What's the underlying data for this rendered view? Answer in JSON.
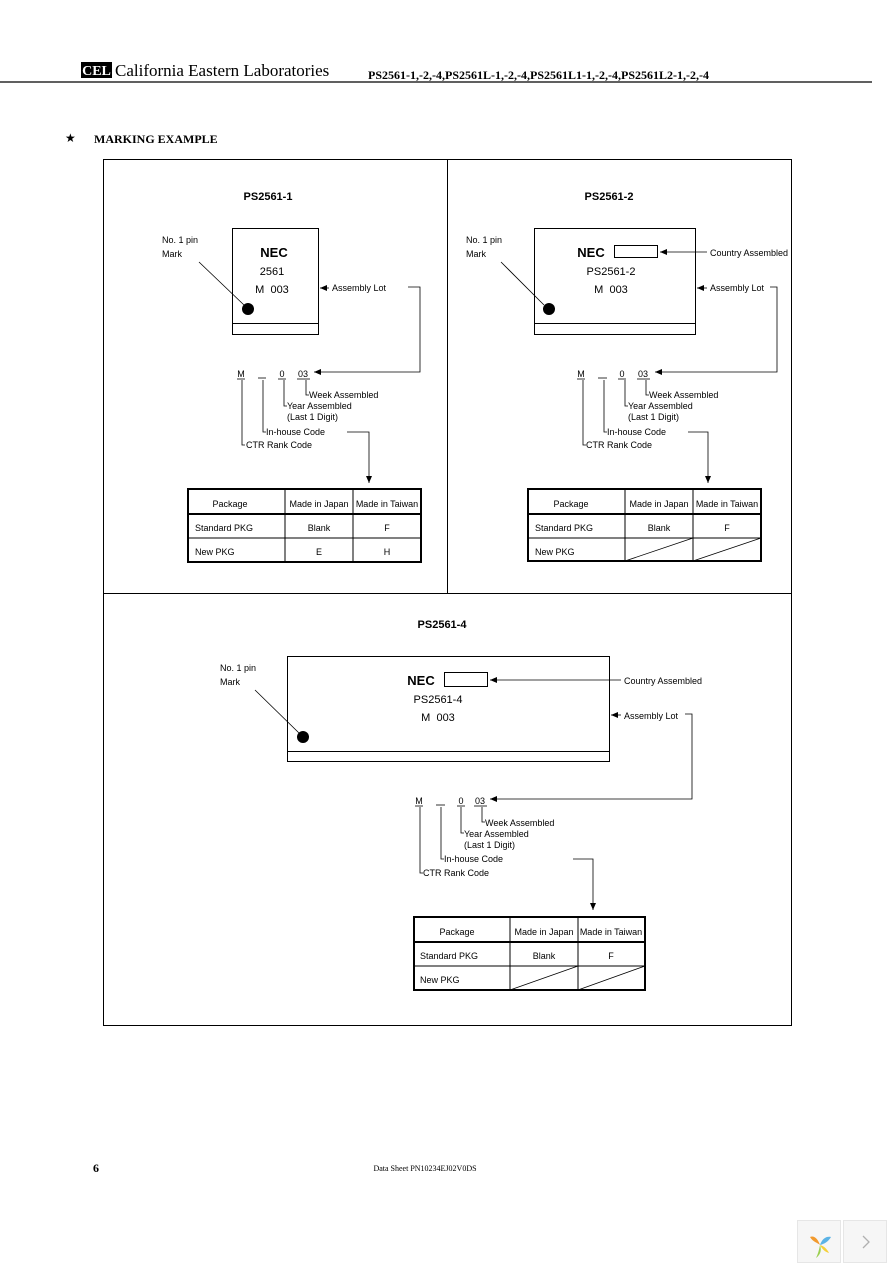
{
  "header": {
    "logo_text": "CEL",
    "company": "California Eastern Laboratories",
    "part_numbers": "PS2561-1,-2,-4,PS2561L-1,-2,-4,PS2561L1-1,-2,-4,PS2561L2-1,-2,-4"
  },
  "section": {
    "star": "★",
    "title": "MARKING EXAMPLE"
  },
  "common": {
    "pin_mark_line1": "No. 1 pin",
    "pin_mark_line2": "Mark",
    "logo": "NEC",
    "marking_lot": "M  003",
    "assembly_lot": "Assembly Lot",
    "country_assembled": "Country Assembled",
    "lot_chars": [
      "M",
      "0",
      "03"
    ],
    "week_assembled": "Week Assembled",
    "year_assembled": "Year Assembled",
    "last_digit": "(Last 1 Digit)",
    "inhouse_code": "In-house Code",
    "ctr_rank_code": "CTR Rank Code",
    "table_headers": [
      "Package",
      "Made in Japan",
      "Made in Taiwan"
    ]
  },
  "panels": {
    "p1": {
      "title": "PS2561-1",
      "marking_name": "2561",
      "rows": [
        {
          "pkg": "Standard PKG",
          "japan": "Blank",
          "taiwan": "F"
        },
        {
          "pkg": "New PKG",
          "japan": "E",
          "taiwan": "H"
        }
      ]
    },
    "p2": {
      "title": "PS2561-2",
      "marking_name": "PS2561-2",
      "rows": [
        {
          "pkg": "Standard PKG",
          "japan": "Blank",
          "taiwan": "F"
        },
        {
          "pkg": "New PKG",
          "japan": "",
          "taiwan": ""
        }
      ]
    },
    "p4": {
      "title": "PS2561-4",
      "marking_name": "PS2561-4",
      "rows": [
        {
          "pkg": "Standard PKG",
          "japan": "Blank",
          "taiwan": "F"
        },
        {
          "pkg": "New PKG",
          "japan": "",
          "taiwan": ""
        }
      ]
    }
  },
  "footer": {
    "page_number": "6",
    "doc_id": "Data Sheet PN10234EJ02V0DS"
  }
}
